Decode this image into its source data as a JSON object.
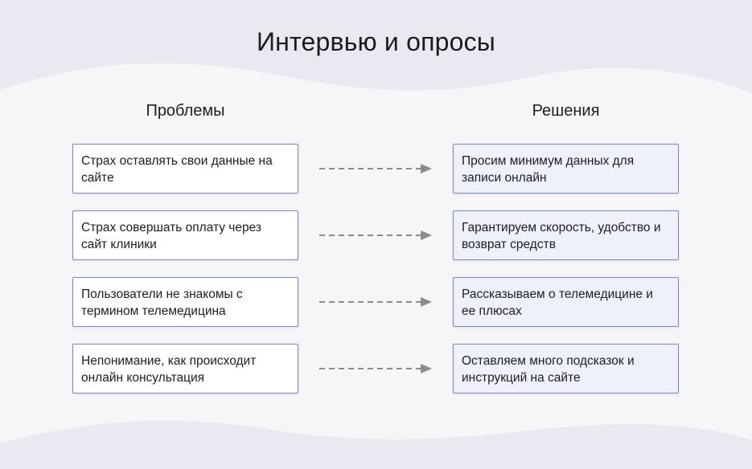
{
  "title": "Интервью и опросы",
  "columns": {
    "problems_heading": "Проблемы",
    "solutions_heading": "Решения"
  },
  "rows": [
    {
      "problem": "Страх оставлять свои данные на сайте",
      "solution": "Просим минимум данных для записи онлайн"
    },
    {
      "problem": "Страх совершать оплату через сайт клиники",
      "solution": "Гарантируем скорость, удобство и возврат средств"
    },
    {
      "problem": "Пользователи не знакомы с термином телемедицина",
      "solution": "Рассказываем о телемедицине и ее плюсах"
    },
    {
      "problem": "Непонимание, как происходит онлайн консультация",
      "solution": "Оставляем много подсказок и инструкций на сайте"
    }
  ],
  "colors": {
    "background": "#e9eaf1",
    "panel": "#f6f6f9",
    "card_border": "#7b86c4",
    "solution_fill": "#eef0fa",
    "arrow": "#8a8a90"
  }
}
